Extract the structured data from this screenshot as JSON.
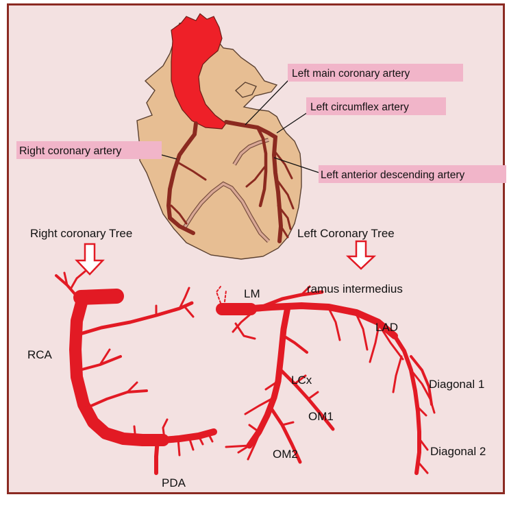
{
  "colors": {
    "background": "#f3e1e1",
    "frame": "#8b2a22",
    "artery": "#e21a24",
    "aorta": "#ee2028",
    "heart_tissue": "#e7be93",
    "coronary_on_heart": "#8b2a20",
    "vein_on_heart": "#d9a896",
    "label_highlight": "#f1b5c9",
    "arrow": "#e21a24"
  },
  "heart_labels": {
    "left_main": "Left main coronary artery",
    "left_circumflex": "Left circumflex artery",
    "right_coronary": "Right coronary artery",
    "left_anterior_descending": "Left anterior descending artery"
  },
  "tree_titles": {
    "right": "Right coronary Tree",
    "left": "Left Coronary Tree"
  },
  "tree_labels": {
    "rca": "RCA",
    "pda": "PDA",
    "lm": "LM",
    "ramus": "ramus intermedius",
    "lad": "LAD",
    "lcx": "LCx",
    "om1": "OM1",
    "om2": "OM2",
    "diagonal1": "Diagonal 1",
    "diagonal2": "Diagonal 2"
  },
  "icons": [
    "down-arrow-icon",
    "down-arrow-icon"
  ]
}
